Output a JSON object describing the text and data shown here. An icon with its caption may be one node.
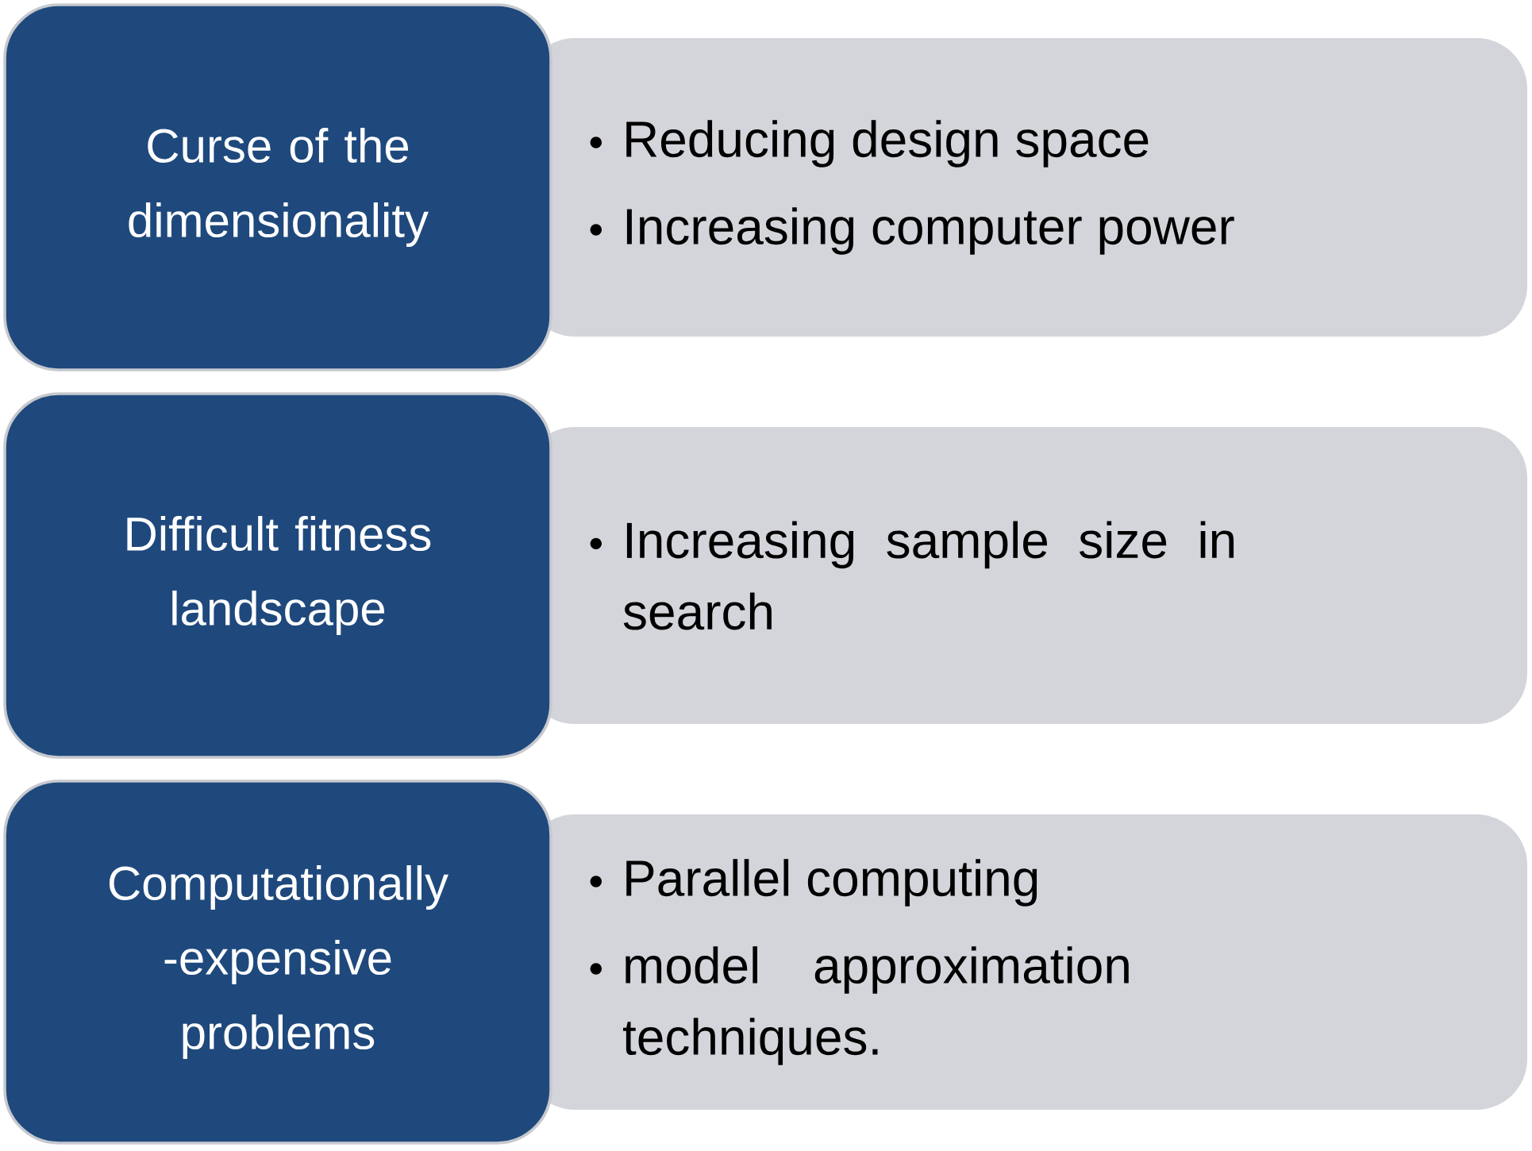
{
  "diagram": {
    "nodes": [
      {
        "text": [
          "Curse of the dimensionality"
        ]
      },
      {
        "text": [
          "Reducing design space",
          "Increasing computer power"
        ]
      },
      {
        "text": [
          "Difficult fitness landscape"
        ]
      },
      {
        "text": [
          "Increasing sample size in search"
        ]
      },
      {
        "text": [
          "Computationally -expensive problems"
        ]
      },
      {
        "text": [
          "Parallel computing",
          "model approximation techniques."
        ]
      }
    ]
  }
}
